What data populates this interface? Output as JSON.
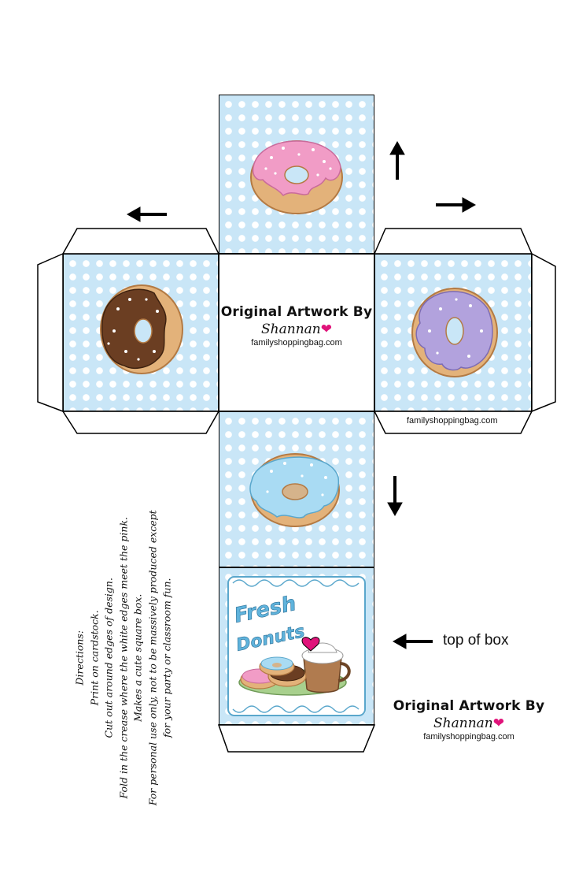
{
  "credit": {
    "title": "Original Artwork By",
    "signature": "Shannan",
    "site": "familyshoppingbag.com"
  },
  "side_panel_site": "familyshoppingbag.com",
  "top_panel": {
    "line1": "Fresh",
    "line2": "Donuts"
  },
  "top_of_box_label": "top of box",
  "directions": {
    "heading": "Directions:",
    "lines": [
      "Print on cardstock.",
      "Cut out around edges of design.",
      "Fold in the crease where the white edges meet the pink.",
      "Makes a cute square box.",
      "For personal use only, not to be massively produced except",
      "for your party or classroom fun."
    ]
  },
  "colors": {
    "panel_blue": "#c9e6f7",
    "dot_white": "#ffffff",
    "dough": "#e3b27a",
    "pink_icing": "#f19cc6",
    "chocolate_icing": "#6b3e22",
    "purple_icing": "#b2a2dd",
    "blue_icing": "#a9dbf3",
    "heart": "#e0137a"
  },
  "icons": [
    "arrow-up-icon",
    "arrow-right-icon",
    "arrow-left-icon",
    "arrow-down-icon",
    "heart-icon"
  ]
}
